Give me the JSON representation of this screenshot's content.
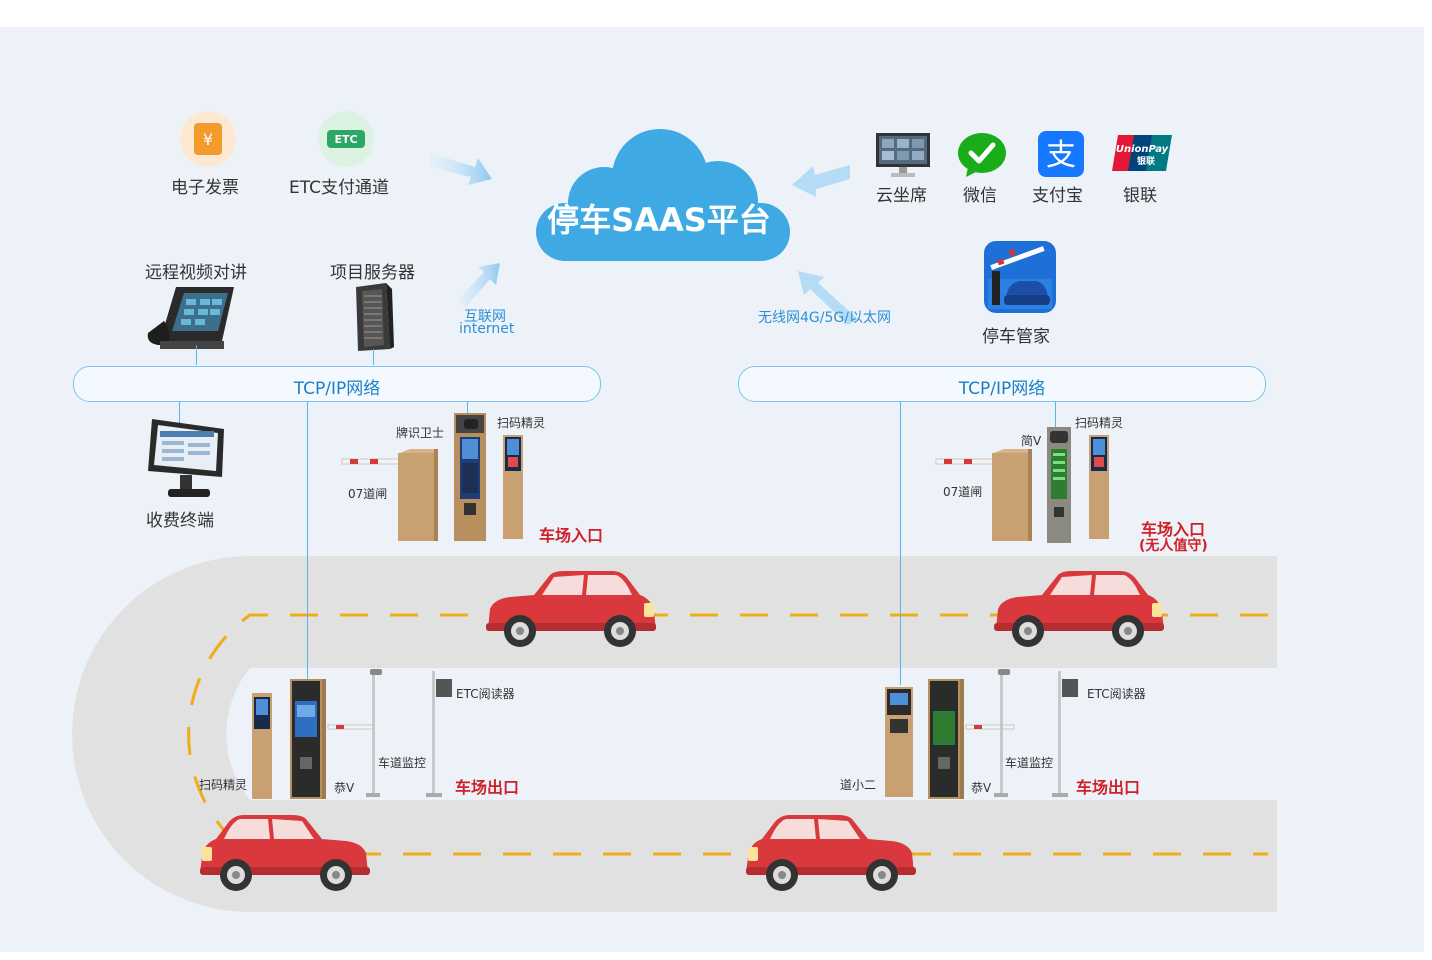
{
  "cloud": {
    "title": "停车SAAS平台"
  },
  "top_left_services": [
    {
      "icon": "invoice-icon",
      "label": "电子发票"
    },
    {
      "icon": "etc-icon",
      "badge": "ETC",
      "label": "ETC支付通道"
    }
  ],
  "top_right_services": [
    {
      "icon": "monitor-icon",
      "label": "云坐席"
    },
    {
      "icon": "wechat-icon",
      "label": "微信"
    },
    {
      "icon": "alipay-icon",
      "glyph": "支",
      "label": "支付宝"
    },
    {
      "icon": "unionpay-icon",
      "logo_text": "UnionPay",
      "logo_sub": "银联",
      "label": "银联"
    }
  ],
  "parking_manager": {
    "icon": "parking-app-icon",
    "label": "停车管家"
  },
  "left_devices": {
    "intercom": "远程视频对讲",
    "server": "项目服务器",
    "terminal": "收费终端"
  },
  "links": {
    "internet_cn": "互联网",
    "internet_en": "internet",
    "wireless": "无线网4G/5G/以太网"
  },
  "networks": {
    "left": "TCP/IP网络",
    "right": "TCP/IP网络"
  },
  "left_entry": {
    "guard": "牌识卫士",
    "scanner": "扫码精灵",
    "gate": "07道闸",
    "title": "车场入口"
  },
  "right_entry": {
    "jianv": "简V",
    "scanner": "扫码精灵",
    "gate": "07道闸",
    "title": "车场入口",
    "subtitle": "(无人值守)"
  },
  "left_exit": {
    "etc": "ETC阅读器",
    "camera": "车道监控",
    "scanner": "扫码精灵",
    "gongv": "恭V",
    "title": "车场出口"
  },
  "right_exit": {
    "etc": "ETC阅读器",
    "camera": "车道监控",
    "daoxiaoer": "道小二",
    "gongv": "恭V",
    "title": "车场出口"
  },
  "colors": {
    "cloud": "#3fa9e3",
    "road": "#e1e1e1",
    "dash": "#f0ad1a",
    "car": "#d9393c",
    "accent_red": "#d0202a",
    "network_text": "#1b7fc7"
  }
}
